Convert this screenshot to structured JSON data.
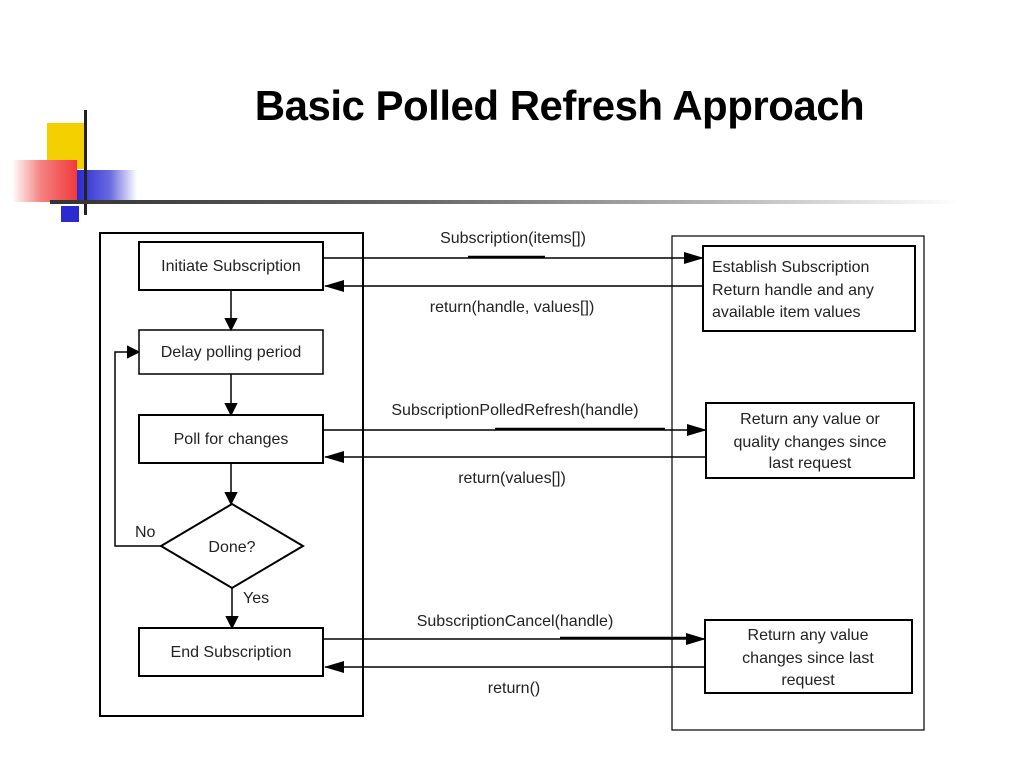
{
  "title": "Basic Polled Refresh Approach",
  "colors": {
    "accent_yellow": "#F5D000",
    "accent_red": "#F05050",
    "accent_blue": "#2A2AD0",
    "line": "#000000"
  },
  "client": {
    "initiate_subscription": "Initiate Subscription",
    "delay_polling": "Delay polling period",
    "poll_changes": "Poll for changes",
    "done": "Done?",
    "no_label": "No",
    "yes_label": "Yes",
    "end_subscription": "End Subscription"
  },
  "messages": {
    "subscription_call": "Subscription(items[])",
    "subscription_return": "return(handle, values[])",
    "polled_refresh_call": "SubscriptionPolledRefresh(handle)",
    "polled_refresh_return": "return(values[])",
    "cancel_call": "SubscriptionCancel(handle)",
    "cancel_return": "return()"
  },
  "server": {
    "establish": [
      "Establish Subscription",
      "Return handle and any",
      "available item values"
    ],
    "return_changes": [
      "Return any value or",
      "quality changes since",
      "last request"
    ],
    "return_value_changes": [
      "Return any value",
      "changes since last",
      "request"
    ]
  }
}
